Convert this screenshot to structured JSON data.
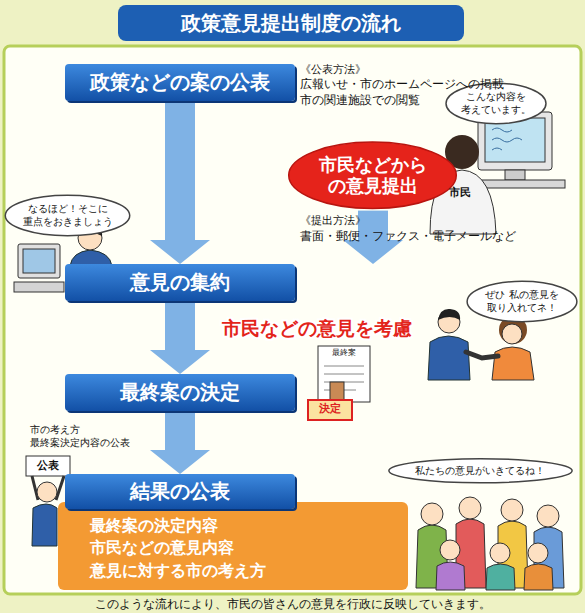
{
  "diagram": {
    "title": "政策意見提出制度の流れ",
    "caption": "このような流れにより、市民の皆さんの意見を行政に反映していきます。",
    "nodes": [
      {
        "text": [
          "政策などの案の公表"
        ]
      },
      {
        "text": [
          "市民などからの意見提出"
        ]
      },
      {
        "text": [
          "意見の集約"
        ]
      },
      {
        "text": [
          "最終案の決定"
        ]
      },
      {
        "text": [
          "結果の公表",
          "最終案の決定内容 市民などの意見内容 意見に対する市の考え方"
        ]
      },
      {
        "text": [
          "こんな内容を 考えています。"
        ]
      },
      {
        "text": [
          "なるほど！そこに 重点をおきましょう"
        ]
      },
      {
        "text": [
          "ぜひ 私の意見を 取り入れてネ！"
        ]
      },
      {
        "text": [
          "私たちの意見がいきてるね！"
        ]
      }
    ],
    "edges": [
      {
        "from": 0,
        "to": 2,
        "arrow": "to"
      },
      {
        "from": 1,
        "to": 2,
        "arrow": "to"
      },
      {
        "from": 2,
        "to": 3,
        "arrow": "to"
      },
      {
        "from": 3,
        "to": 4,
        "arrow": "to"
      }
    ],
    "labels": [
      "《公表方法》",
      "広報いせ・市のホームページへの掲載 市の関連施設での閲覧",
      "《提出方法》",
      "書面・郵便・ファクス・電子メールなど",
      "市民などの意見を考慮",
      "市の考え方 最終案決定内容の公表",
      "公表",
      "市民",
      "最終案",
      "決定"
    ]
  }
}
